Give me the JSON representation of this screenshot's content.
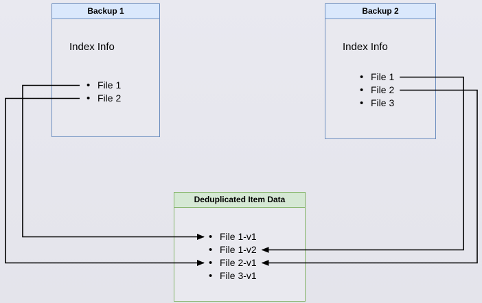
{
  "diagram": {
    "type": "backup-deduplication-diagram",
    "background": "#e7e7ee",
    "colors": {
      "backup_border": "#6c8ebf",
      "backup_header_bg": "#dae8fc",
      "dedup_border": "#82b366",
      "dedup_header_bg": "#d5e8d4",
      "connector": "#000000",
      "text": "#000000"
    },
    "boxes": {
      "backup1": {
        "title": "Backup 1",
        "subtitle": "Index Info",
        "items": [
          "File 1",
          "File 2"
        ]
      },
      "backup2": {
        "title": "Backup 2",
        "subtitle": "Index Info",
        "items": [
          "File 1",
          "File 2",
          "File 3"
        ]
      },
      "dedup": {
        "title": "Deduplicated Item Data",
        "items": [
          "File 1-v1",
          "File 1-v2",
          "File 2-v1",
          "File 3-v1"
        ]
      }
    },
    "connections": [
      {
        "from_box": "backup1",
        "from_file": "File 1",
        "to_file": "File 1-v1",
        "side": "left"
      },
      {
        "from_box": "backup1",
        "from_file": "File 2",
        "to_file": "File 2-v1",
        "side": "left"
      },
      {
        "from_box": "backup2",
        "from_file": "File 1",
        "to_file": "File 1-v2",
        "side": "right"
      },
      {
        "from_box": "backup2",
        "from_file": "File 2",
        "to_file": "File 2-v1",
        "side": "right"
      }
    ]
  }
}
